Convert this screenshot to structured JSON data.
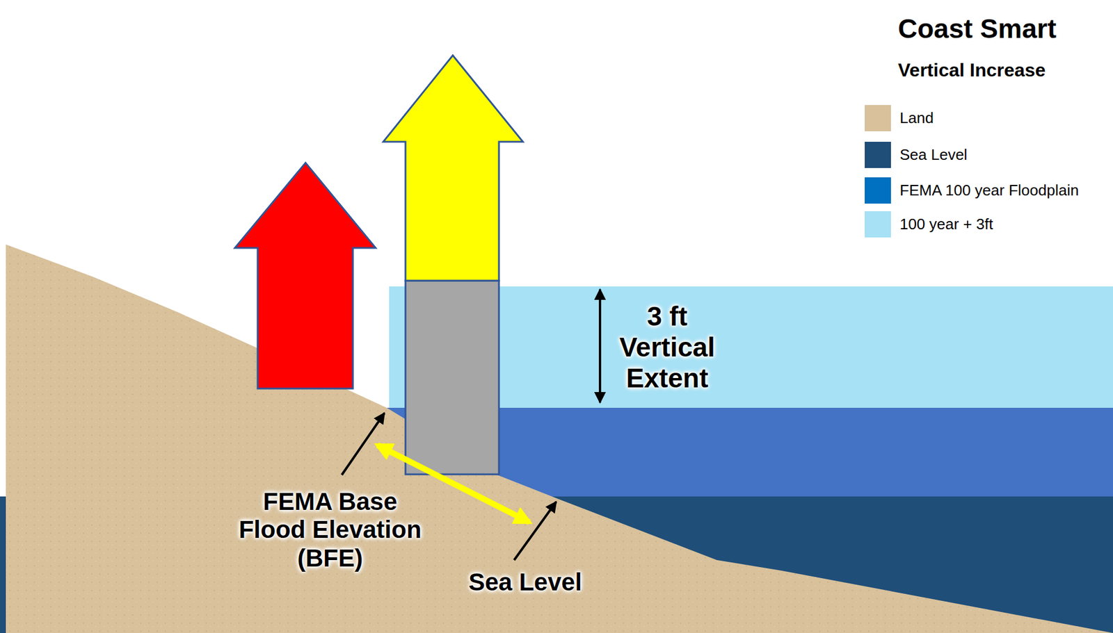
{
  "diagram": {
    "title": "Coast Smart",
    "labels": [
      "Vertical Increase",
      "3 ft Vertical Extent",
      "FEMA Base Flood Elevation (BFE)",
      "Sea Level"
    ],
    "legend": [
      {
        "text": "Land",
        "color": "#d8c19b"
      },
      {
        "text": "Sea Level",
        "color": "#1f4e79"
      },
      {
        "text": "FEMA 100 year Floodplain",
        "color": "#0070c0"
      },
      {
        "text": "100 year + 3ft",
        "color": "#a6e1f5"
      }
    ]
  }
}
